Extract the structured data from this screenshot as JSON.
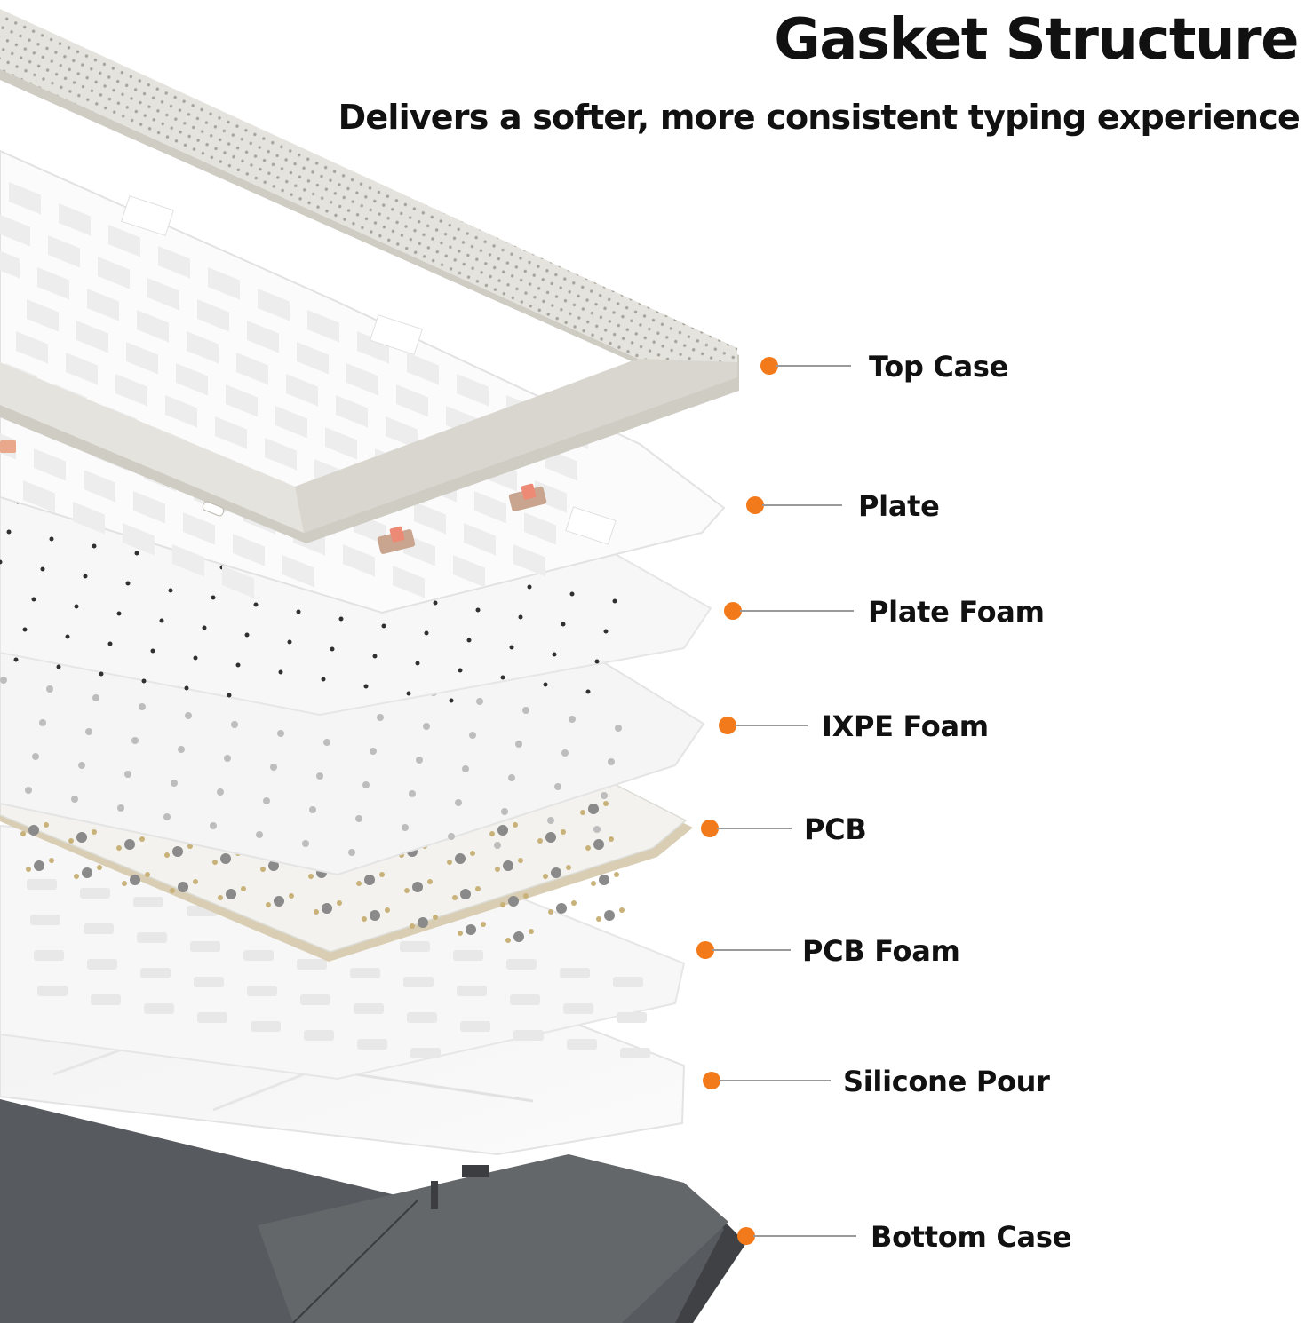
{
  "header": {
    "title": "Gasket Structure",
    "subtitle": "Delivers a softer, more consistent typing experience"
  },
  "colors": {
    "accent": "#f37a1a",
    "leader": "#9a9a9a",
    "text": "#111111",
    "top_case": "#e4e2dc",
    "bottom_case": "#4e5053",
    "pcb": "#f2f1ec"
  },
  "layers": [
    {
      "name": "Top Case"
    },
    {
      "name": "Plate"
    },
    {
      "name": "Plate Foam"
    },
    {
      "name": "IXPE Foam"
    },
    {
      "name": "PCB"
    },
    {
      "name": "PCB Foam"
    },
    {
      "name": "Silicone Pour"
    },
    {
      "name": "Bottom Case"
    }
  ]
}
